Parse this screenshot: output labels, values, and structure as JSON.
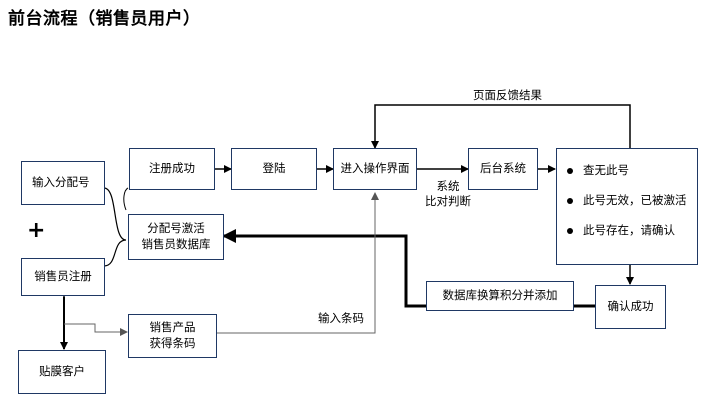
{
  "title": "前台流程（销售员用户）",
  "nodes": {
    "input_assign_no": "输入分配号",
    "plus": "+",
    "salesman_register": "销售员注册",
    "film_customer": "贴膜客户",
    "register_success": "注册成功",
    "login": "登陆",
    "enter_ui": "进入操作界面",
    "backend_system": "后台系统",
    "activate_db_line1": "分配号激活",
    "activate_db_line2": "销售员数据库",
    "sales_product_line1": "销售产品",
    "sales_product_line2": "获得条码",
    "db_points": "数据库换算积分并添加",
    "confirm_success": "确认成功"
  },
  "check_results": [
    "查无此号",
    "此号无效，已被激活",
    "此号存在，请确认"
  ],
  "edge_labels": {
    "page_feedback": "页面反馈结果",
    "system_line1": "系统",
    "system_line2": "比对判断",
    "input_barcode": "输入条码"
  }
}
